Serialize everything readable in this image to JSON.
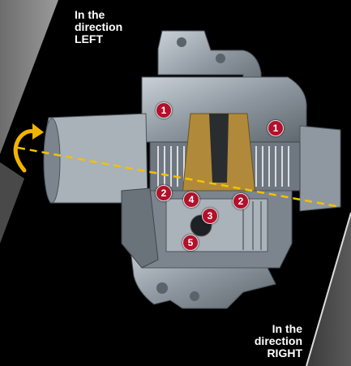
{
  "labels": {
    "left": {
      "line1": "In the",
      "line2": "direction",
      "line3": "LEFT"
    },
    "right": {
      "line1": "In the",
      "line2": "direction",
      "line3": "RIGHT"
    }
  },
  "markers": [
    "1",
    "1",
    "2",
    "4",
    "2",
    "3",
    "5"
  ],
  "colors": {
    "background": "#000000",
    "panel": "#8a8a8a",
    "arrow": "#f2b400",
    "axis": "#f2c200",
    "marker": "#b3102b",
    "metal": "#9aa3ad",
    "brass": "#b08a3a"
  }
}
